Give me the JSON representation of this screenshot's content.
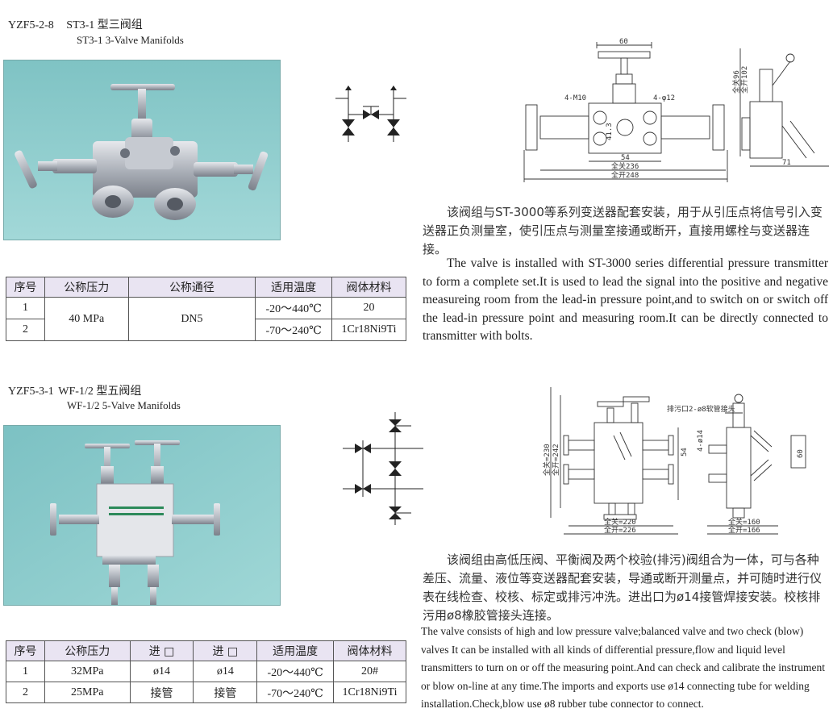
{
  "section1": {
    "code": "YZF5-2-8",
    "title": "ST3-1  型三阀组",
    "subtitle": "ST3-1 3-Valve Manifolds",
    "table": {
      "headers": [
        "序号",
        "公称压力",
        "公称通径",
        "适用温度",
        "阀体材料"
      ],
      "rows": [
        {
          "no": "1",
          "pressure": "40 MPa",
          "diameter": "DN5",
          "temp": "-20～440℃",
          "material": "20"
        },
        {
          "no": "2",
          "temp": "-70～240℃",
          "material": "1Cr18Ni9Ti"
        }
      ]
    },
    "desc_zh": "该阀组与ST-3000等系列变送器配套安装，用于从引压点将信号引入变送器正负测量室，使引压点与测量室接通或断开，直接用螺栓与变送器连接。",
    "desc_en": "The valve is installed with ST-3000 series differential pressure transmitter to form a complete set.It is used to lead the signal into the positive and negative measureing room from the lead-in pressure point,and to switch on or switch off the lead-in pressure point and measuring room.It can be directly connected to transmitter with bolts.",
    "drawing_labels": {
      "top_width": "60",
      "m10": "4-M10",
      "phi12": "4-φ12",
      "inner": "41.3",
      "w54": "54",
      "close236": "全关236",
      "open248": "全开248",
      "h_close": "全关96",
      "h_open": "全开102",
      "side71": "71"
    }
  },
  "section2": {
    "code": "YZF5-3-1",
    "title": "WF-1/2  型五阀组",
    "subtitle": "WF-1/2 5-Valve Manifolds",
    "table": {
      "headers": [
        "序号",
        "公称压力",
        "进  □",
        "进  □",
        "适用温度",
        "阀体材料"
      ],
      "rows": [
        {
          "no": "1",
          "pressure": "32MPa",
          "in1": "ø14",
          "in2": "ø14",
          "temp": "-20～440℃",
          "material": "20#"
        },
        {
          "no": "2",
          "pressure": "25MPa",
          "in1": "接管",
          "in2": "接管",
          "temp": "-70～240℃",
          "material": "1Cr18Ni9Ti"
        }
      ]
    },
    "desc_zh": "该阀组由高低压阀、平衡阀及两个校验(排污)阀组合为一体，可与各种差压、流量、液位等变送器配套安装，导通或断开测量点，并可随时进行仪表在线检查、校核、标定或排污冲洗。进出口为ø14接管焊接安装。校核排污用ø8橡胶管接头连接。",
    "desc_en": "The valve consists of high and low pressure valve;balanced valve and two check (blow) valves It can be installed with all kinds of differential pressure,flow and liquid level transmitters to turn on or off the measuring point.And can check and calibrate the instrument or blow on-line at any time.The imports and exports use ø14 connecting tube for welding installation.Check,blow use ø8 rubber tube connector to connect.",
    "drawing_labels": {
      "drain": "排污口2-ø8软管接头",
      "h_close": "全关=230",
      "h_open": "全开=242",
      "phi14": "4-ø14",
      "h54": "54",
      "w_close": "全关=220",
      "w_open": "全开=226",
      "s_close": "全关=160",
      "s_open": "全开=166",
      "s60": "60"
    }
  },
  "colors": {
    "photo_bg": "#86c9cb",
    "table_header": "#e9e4f2",
    "valve_metal": "#b8bcc4"
  }
}
